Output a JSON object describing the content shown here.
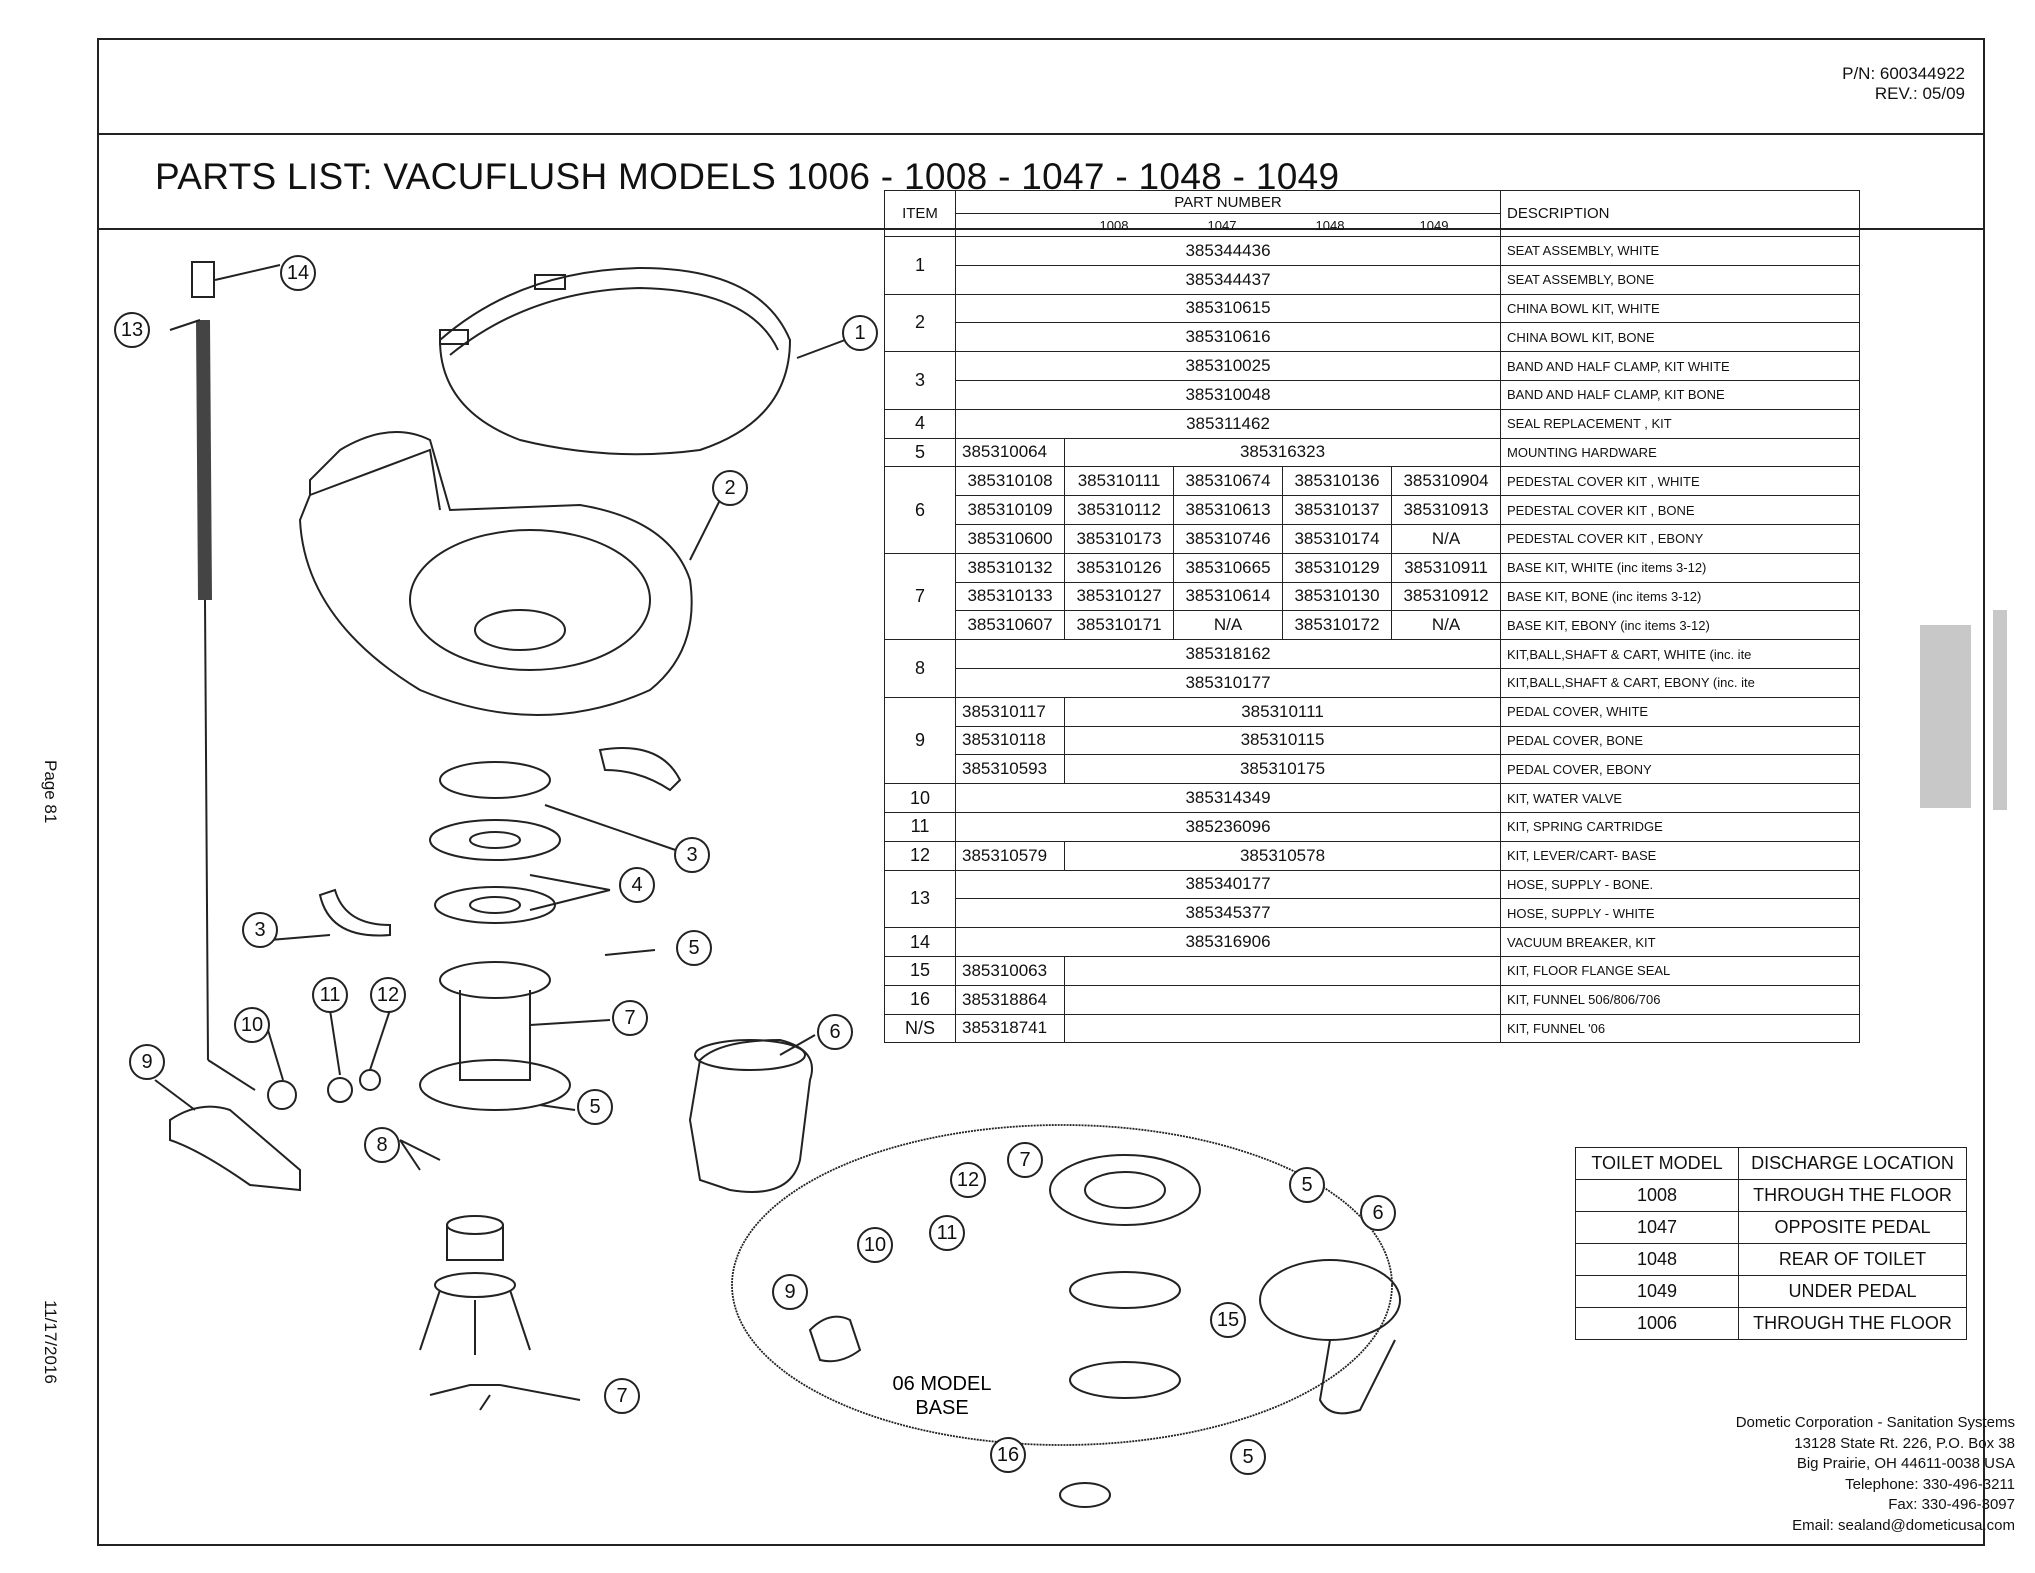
{
  "header": {
    "pn": "P/N:  600344922",
    "rev": "REV.: 05/09",
    "title": "PARTS LIST: VACUFLUSH MODELS  1006 - 1008 - 1047 - 1048  - 1049"
  },
  "side": {
    "page": "Page 81",
    "date": "11/17/2016"
  },
  "table": {
    "col_item": "ITEM",
    "col_part": "PART NUMBER",
    "col_desc": "DESCRIPTION",
    "models": [
      "1008",
      "1047",
      "1048",
      "1049"
    ],
    "rows": [
      {
        "item": "1",
        "cells": [
          "385344436"
        ],
        "desc": "SEAT ASSEMBLY, WHITE"
      },
      {
        "item": "",
        "cells": [
          "385344437"
        ],
        "desc": "SEAT ASSEMBLY, BONE"
      },
      {
        "item": "2",
        "cells": [
          "385310615"
        ],
        "desc": "CHINA BOWL KIT, WHITE"
      },
      {
        "item": "",
        "cells": [
          "385310616"
        ],
        "desc": "CHINA BOWL KIT, BONE"
      },
      {
        "item": "3",
        "cells": [
          "385310025"
        ],
        "desc": "BAND AND HALF CLAMP, KIT WHITE"
      },
      {
        "item": "",
        "cells": [
          "385310048"
        ],
        "desc": "BAND AND HALF CLAMP, KIT BONE"
      },
      {
        "item": "4",
        "cells": [
          "385311462"
        ],
        "desc": "SEAL REPLACEMENT , KIT"
      },
      {
        "item": "5",
        "cells": [
          "385310064",
          "385316323"
        ],
        "desc": "MOUNTING HARDWARE"
      },
      {
        "item": "6",
        "cells": [
          "385310108",
          "385310111",
          "385310674",
          "385310136",
          "385310904"
        ],
        "desc": "PEDESTAL COVER KIT , WHITE"
      },
      {
        "item": "",
        "cells": [
          "385310109",
          "385310112",
          "385310613",
          "385310137",
          "385310913"
        ],
        "desc": "PEDESTAL COVER KIT , BONE"
      },
      {
        "item": "",
        "cells": [
          "385310600",
          "385310173",
          "385310746",
          "385310174",
          "N/A"
        ],
        "desc": "PEDESTAL COVER KIT , EBONY"
      },
      {
        "item": "7",
        "cells": [
          "385310132",
          "385310126",
          "385310665",
          "385310129",
          "385310911"
        ],
        "desc": "BASE KIT, WHITE (inc items 3-12)"
      },
      {
        "item": "",
        "cells": [
          "385310133",
          "385310127",
          "385310614",
          "385310130",
          "385310912"
        ],
        "desc": "BASE KIT, BONE (inc items 3-12)"
      },
      {
        "item": "",
        "cells": [
          "385310607",
          "385310171",
          "N/A",
          "385310172",
          "N/A"
        ],
        "desc": "BASE KIT, EBONY (inc items 3-12)"
      },
      {
        "item": "8",
        "cells": [
          "385318162"
        ],
        "desc": "KIT,BALL,SHAFT & CART, WHITE (inc. ite"
      },
      {
        "item": "",
        "cells": [
          "385310177"
        ],
        "desc": "KIT,BALL,SHAFT & CART, EBONY (inc. ite"
      },
      {
        "item": "9",
        "cells": [
          "385310117",
          "385310111"
        ],
        "desc": "PEDAL COVER, WHITE"
      },
      {
        "item": "",
        "cells": [
          "385310118",
          "385310115"
        ],
        "desc": "PEDAL COVER, BONE"
      },
      {
        "item": "",
        "cells": [
          "385310593",
          "385310175"
        ],
        "desc": "PEDAL COVER, EBONY"
      },
      {
        "item": "10",
        "cells": [
          "385314349"
        ],
        "desc": "KIT, WATER VALVE"
      },
      {
        "item": "11",
        "cells": [
          "385236096"
        ],
        "desc": "KIT, SPRING CARTRIDGE"
      },
      {
        "item": "12",
        "cells": [
          "385310579",
          "385310578"
        ],
        "desc": "KIT, LEVER/CART- BASE"
      },
      {
        "item": "13",
        "cells": [
          "385340177"
        ],
        "desc": "HOSE, SUPPLY - BONE."
      },
      {
        "item": "",
        "cells": [
          "385345377"
        ],
        "desc": "HOSE, SUPPLY - WHITE"
      },
      {
        "item": "14",
        "cells": [
          "385316906"
        ],
        "desc": "VACUUM BREAKER, KIT"
      },
      {
        "item": "15",
        "cells": [
          "385310063",
          ""
        ],
        "desc": "KIT, FLOOR FLANGE SEAL"
      },
      {
        "item": "16",
        "cells": [
          "385318864",
          ""
        ],
        "desc": "KIT, FUNNEL 506/806/706"
      },
      {
        "item": "N/S",
        "cells": [
          "385318741",
          ""
        ],
        "desc": "KIT, FUNNEL '06"
      }
    ]
  },
  "toilet_table": {
    "headers": [
      "TOILET MODEL",
      "DISCHARGE LOCATION"
    ],
    "rows": [
      [
        "1008",
        "THROUGH THE FLOOR"
      ],
      [
        "1047",
        "OPPOSITE PEDAL"
      ],
      [
        "1048",
        "REAR OF TOILET"
      ],
      [
        "1049",
        "UNDER  PEDAL"
      ],
      [
        "1006",
        "THROUGH THE FLOOR"
      ]
    ]
  },
  "address": [
    "Dometic Corporation - Sanitation Systems",
    "13128 State Rt. 226, P.O. Box 38",
    "Big Prairie, OH 44611-0038 USA",
    "Telephone: 330-496-3211",
    "Fax: 330-496-3097",
    "Email: sealand@dometicusa.com"
  ],
  "drawing": {
    "callouts": [
      "1",
      "2",
      "3",
      "3",
      "4",
      "5",
      "5",
      "6",
      "7",
      "7",
      "8",
      "9",
      "10",
      "11",
      "12",
      "13",
      "14",
      "7",
      "12",
      "10",
      "11",
      "9",
      "5",
      "6",
      "15",
      "5",
      "16"
    ],
    "base_label_1": "06 MODEL",
    "base_label_2": "BASE"
  }
}
